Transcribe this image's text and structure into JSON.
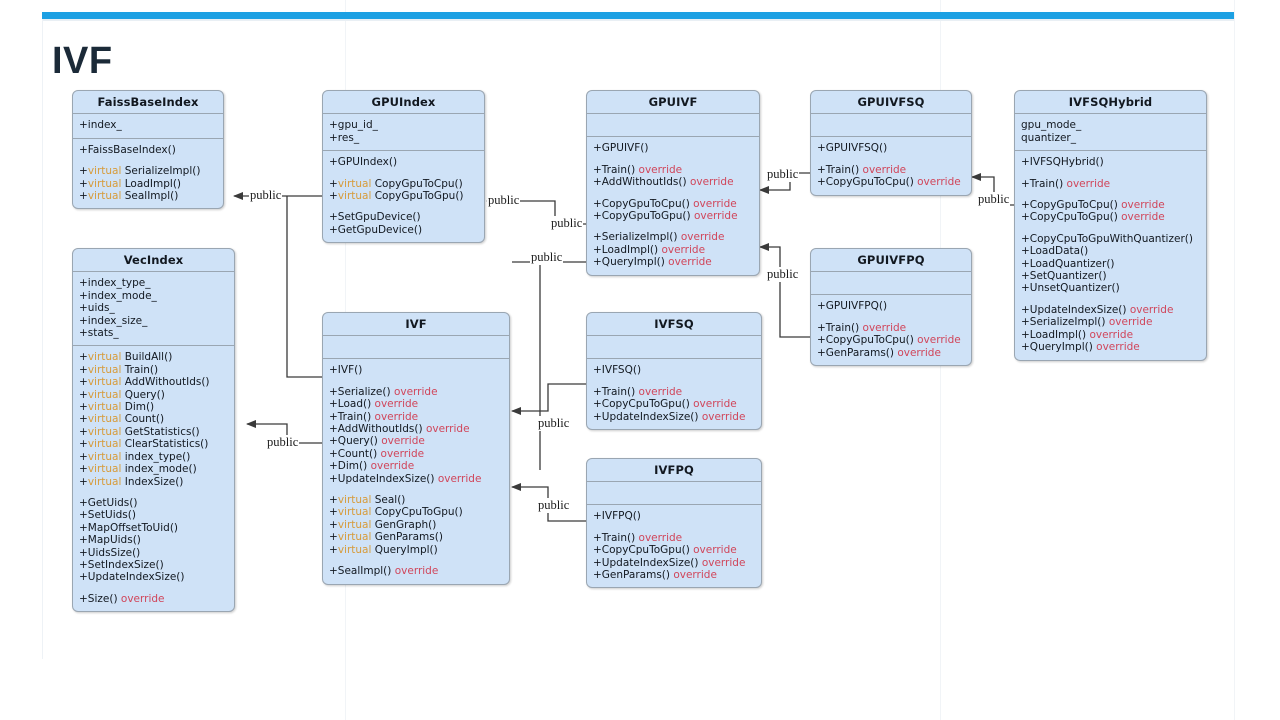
{
  "slide": {
    "title": "IVF",
    "accent_color": "#1ca0e3",
    "class_fill": "#cfe2f7",
    "class_border": "#9aa6b2",
    "virtual_color": "#d79b3a",
    "override_color": "#d0455a"
  },
  "classes": [
    {
      "id": "faissbaseindex",
      "name": "FaissBaseIndex",
      "attributes": [
        "+index_"
      ],
      "methods": [
        [
          "+FaissBaseIndex()"
        ],
        [
          "+{virtual} SerializeImpl()",
          "+{virtual} LoadImpl()",
          "+{virtual} SealImpl()"
        ]
      ]
    },
    {
      "id": "vecindex",
      "name": "VecIndex",
      "attributes": [
        "+index_type_",
        "+index_mode_",
        "+uids_",
        "+index_size_",
        "+stats_"
      ],
      "methods": [
        [
          "+{virtual} BuildAll()",
          "+{virtual} Train()",
          "+{virtual} AddWithoutIds()",
          "+{virtual} Query()",
          "+{virtual} Dim()",
          "+{virtual} Count()",
          "+{virtual} GetStatistics()",
          "+{virtual} ClearStatistics()",
          "+{virtual} index_type()",
          "+{virtual} index_mode()",
          "+{virtual} IndexSize()"
        ],
        [
          "+GetUids()",
          "+SetUids()",
          "+MapOffsetToUid()",
          "+MapUids()",
          "+UidsSize()",
          "+SetIndexSize()",
          "+UpdateIndexSize()"
        ],
        [
          "+Size() {override}"
        ]
      ]
    },
    {
      "id": "gpuindex",
      "name": "GPUIndex",
      "attributes": [
        "+gpu_id_",
        "+res_"
      ],
      "methods": [
        [
          "+GPUIndex()"
        ],
        [
          "+{virtual} CopyGpuToCpu()",
          "+{virtual} CopyGpuToGpu()"
        ],
        [
          "+SetGpuDevice()",
          "+GetGpuDevice()"
        ]
      ]
    },
    {
      "id": "ivf",
      "name": "IVF",
      "attributes": [],
      "methods": [
        [
          "+IVF()"
        ],
        [
          "+Serialize() {override}",
          "+Load() {override}",
          "+Train() {override}",
          "+AddWithoutIds() {override}",
          "+Query() {override}",
          "+Count() {override}",
          "+Dim() {override}",
          "+UpdateIndexSize() {override}"
        ],
        [
          "+{virtual} Seal()",
          "+{virtual} CopyCpuToGpu()",
          "+{virtual} GenGraph()",
          "+{virtual} GenParams()",
          "+{virtual} QueryImpl()"
        ],
        [
          "+SealImpl() {override}"
        ]
      ]
    },
    {
      "id": "gpuivf",
      "name": "GPUIVF",
      "attributes": [],
      "methods": [
        [
          "+GPUIVF()"
        ],
        [
          "+Train() {override}",
          "+AddWithoutIds() {override}"
        ],
        [
          "+CopyGpuToCpu() {override}",
          "+CopyGpuToGpu() {override}"
        ],
        [
          "+SerializeImpl() {override}",
          "+LoadImpl() {override}",
          "+QueryImpl() {override}"
        ]
      ]
    },
    {
      "id": "ivfsq",
      "name": "IVFSQ",
      "attributes": [],
      "methods": [
        [
          "+IVFSQ()"
        ],
        [
          "+Train() {override}",
          "+CopyCpuToGpu() {override}",
          "+UpdateIndexSize() {override}"
        ]
      ]
    },
    {
      "id": "ivfpq",
      "name": "IVFPQ",
      "attributes": [],
      "methods": [
        [
          "+IVFPQ()"
        ],
        [
          "+Train() {override}",
          "+CopyCpuToGpu() {override}",
          "+UpdateIndexSize() {override}",
          "+GenParams() {override}"
        ]
      ]
    },
    {
      "id": "gpuivfsq",
      "name": "GPUIVFSQ",
      "attributes": [],
      "methods": [
        [
          "+GPUIVFSQ()"
        ],
        [
          "+Train() {override}",
          "+CopyGpuToCpu() {override}"
        ]
      ]
    },
    {
      "id": "gpuivfpq",
      "name": "GPUIVFPQ",
      "attributes": [],
      "methods": [
        [
          "+GPUIVFPQ()"
        ],
        [
          "+Train() {override}",
          "+CopyGpuToCpu() {override}",
          "+GenParams() {override}"
        ]
      ]
    },
    {
      "id": "ivfsqhybrid",
      "name": "IVFSQHybrid",
      "attributes": [
        "gpu_mode_",
        "quantizer_"
      ],
      "methods": [
        [
          "+IVFSQHybrid()"
        ],
        [
          "+Train() {override}"
        ],
        [
          "+CopyGpuToCpu() {override}",
          "+CopyCpuToGpu() {override}"
        ],
        [
          "+CopyCpuToGpuWithQuantizer()",
          "+LoadData()",
          "+LoadQuantizer()",
          "+SetQuantizer()",
          "+UnsetQuantizer()"
        ],
        [
          "+UpdateIndexSize() {override}",
          "+SerializeImpl() {override}",
          "+LoadImpl() {override}",
          "+QueryImpl() {override}"
        ]
      ]
    }
  ],
  "edges": [
    {
      "id": "gpuindex-faissbaseindex",
      "from": "GPUIndex",
      "to": "FaissBaseIndex",
      "label": "public"
    },
    {
      "id": "ivf-faissbaseindex",
      "from": "IVF",
      "to": "FaissBaseIndex",
      "label": "public"
    },
    {
      "id": "ivf-vecindex",
      "from": "IVF",
      "to": "VecIndex",
      "label": "public"
    },
    {
      "id": "gpuivf-gpuindex",
      "from": "GPUIVF",
      "to": "GPUIndex",
      "label": "public"
    },
    {
      "id": "gpuivf-gpuindex-2",
      "from": "GPUIVF",
      "to": "GPUIndex",
      "label": "public"
    },
    {
      "id": "gpuivf-ivf",
      "from": "GPUIVF",
      "to": "IVF",
      "label": "public"
    },
    {
      "id": "ivfsq-ivf",
      "from": "IVFSQ",
      "to": "IVF",
      "label": "public"
    },
    {
      "id": "ivfpq-ivf",
      "from": "IVFPQ",
      "to": "IVF",
      "label": "public"
    },
    {
      "id": "gpuivfsq-gpuivf",
      "from": "GPUIVFSQ",
      "to": "GPUIVF",
      "label": "public"
    },
    {
      "id": "gpuivfpq-gpuivf",
      "from": "GPUIVFPQ",
      "to": "GPUIVF",
      "label": "public"
    },
    {
      "id": "ivfsqhybrid-gpuivfsq",
      "from": "IVFSQHybrid",
      "to": "GPUIVFSQ",
      "label": "public"
    }
  ]
}
